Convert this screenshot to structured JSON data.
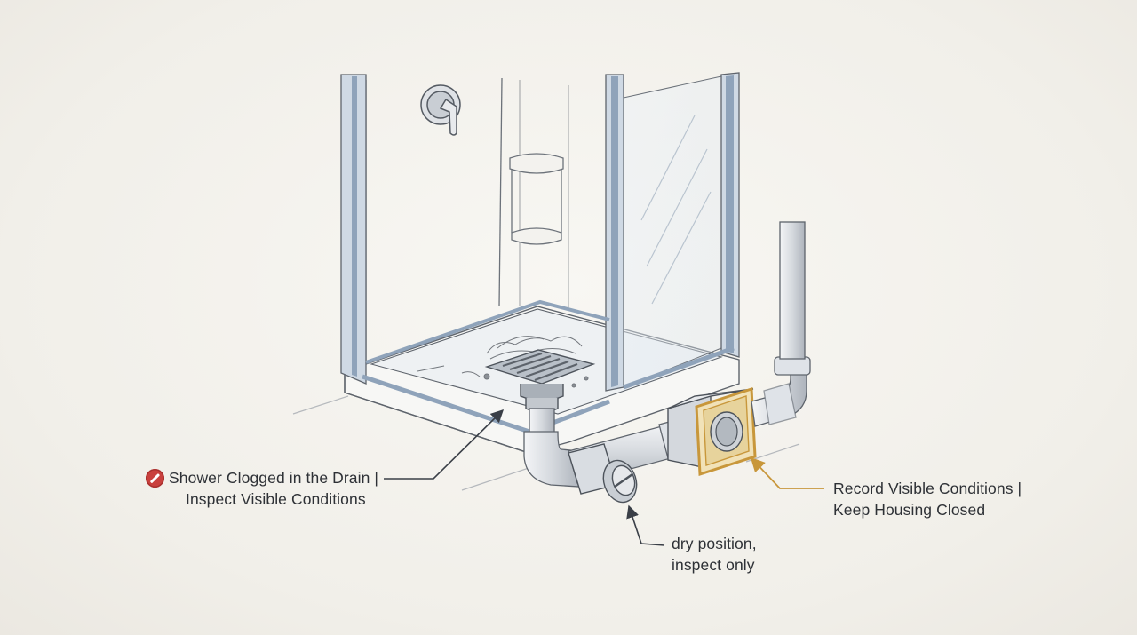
{
  "colors": {
    "background": "#f2f0eb",
    "ink": "#3a3f47",
    "glass_frame": "#8fa3ba",
    "highlight": "#d7a94a",
    "warning": "#c9403d"
  },
  "callouts": {
    "drain": {
      "icon": "prohibited-icon",
      "line1": "Shower Clogged in the Drain |",
      "line2": "Inspect Visible Conditions"
    },
    "housing": {
      "line1": "Record Visible Conditions |",
      "line2": "Keep Housing Closed"
    },
    "cap": {
      "line1": "dry position,",
      "line2": "inspect only"
    }
  }
}
